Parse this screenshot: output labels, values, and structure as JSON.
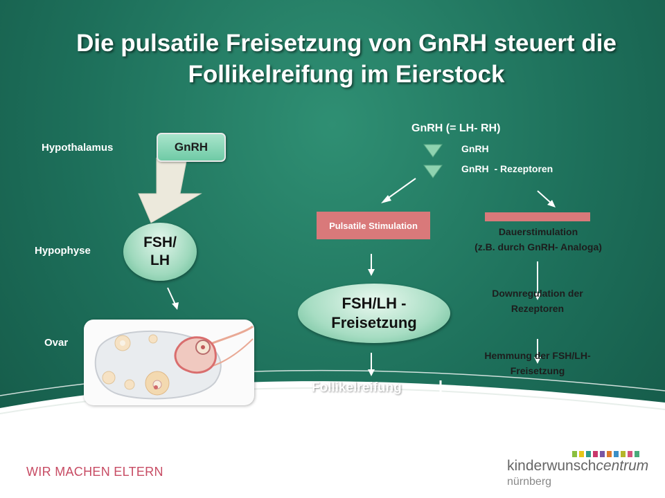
{
  "title": {
    "line1": "Die pulsatile Freisetzung von GnRH steuert die",
    "line2": "Follikelreifung im Eierstock"
  },
  "left": {
    "hypothalamus": "Hypothalamus",
    "gnrh": "GnRH",
    "hypophyse": "Hypophyse",
    "fsh_line1": "FSH/",
    "fsh_line2": "LH",
    "ovar": "Ovar"
  },
  "right": {
    "header": "GnRH (= LH- RH)",
    "tri1": "GnRH",
    "tri2": "GnRH  - Rezeptoren",
    "pulsatile": "Pulsatile Stimulation",
    "dauer1": "Dauerstimulation",
    "dauer2": "(z.B. durch GnRH- Analoga)",
    "fsh_release1": "FSH/LH -",
    "fsh_release2": "Freisetzung",
    "down1": "Downregulation der",
    "down2": "Rezeptoren",
    "hemm1": "Hemmung der FSH/LH-",
    "hemm2": "Freisetzung",
    "follikel": "Follikelreifung"
  },
  "footer": {
    "slogan": "WIR MACHEN ELTERN",
    "brand_prefix": "kinderwunsch",
    "brand_suffix": "centrum",
    "city": "nürnberg"
  },
  "colors": {
    "background": "#1d6f5a",
    "pink_box": "#d9797a",
    "slogan": "#c74b63",
    "brand_squares": [
      "#8bbf3f",
      "#e6c619",
      "#2d9b8a",
      "#c9386b",
      "#7a56a3",
      "#e07b2a",
      "#3b8fc6",
      "#b5b52a",
      "#d4547d",
      "#4aaa7a"
    ]
  }
}
